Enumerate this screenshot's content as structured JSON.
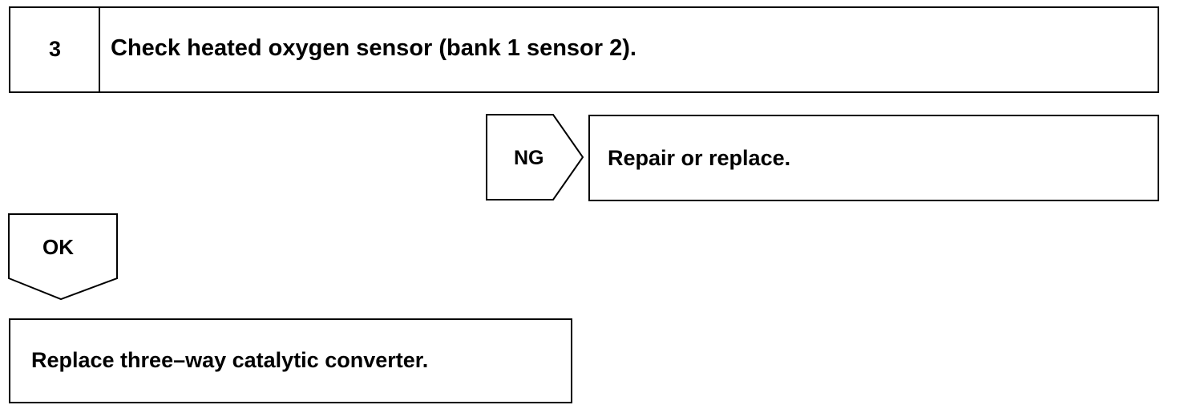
{
  "step": {
    "number": "3",
    "title": "Check heated oxygen sensor (bank 1 sensor 2)."
  },
  "ng_branch": {
    "label": "NG",
    "action": "Repair or replace."
  },
  "ok_branch": {
    "label": "OK",
    "action": "Replace three–way catalytic converter."
  }
}
